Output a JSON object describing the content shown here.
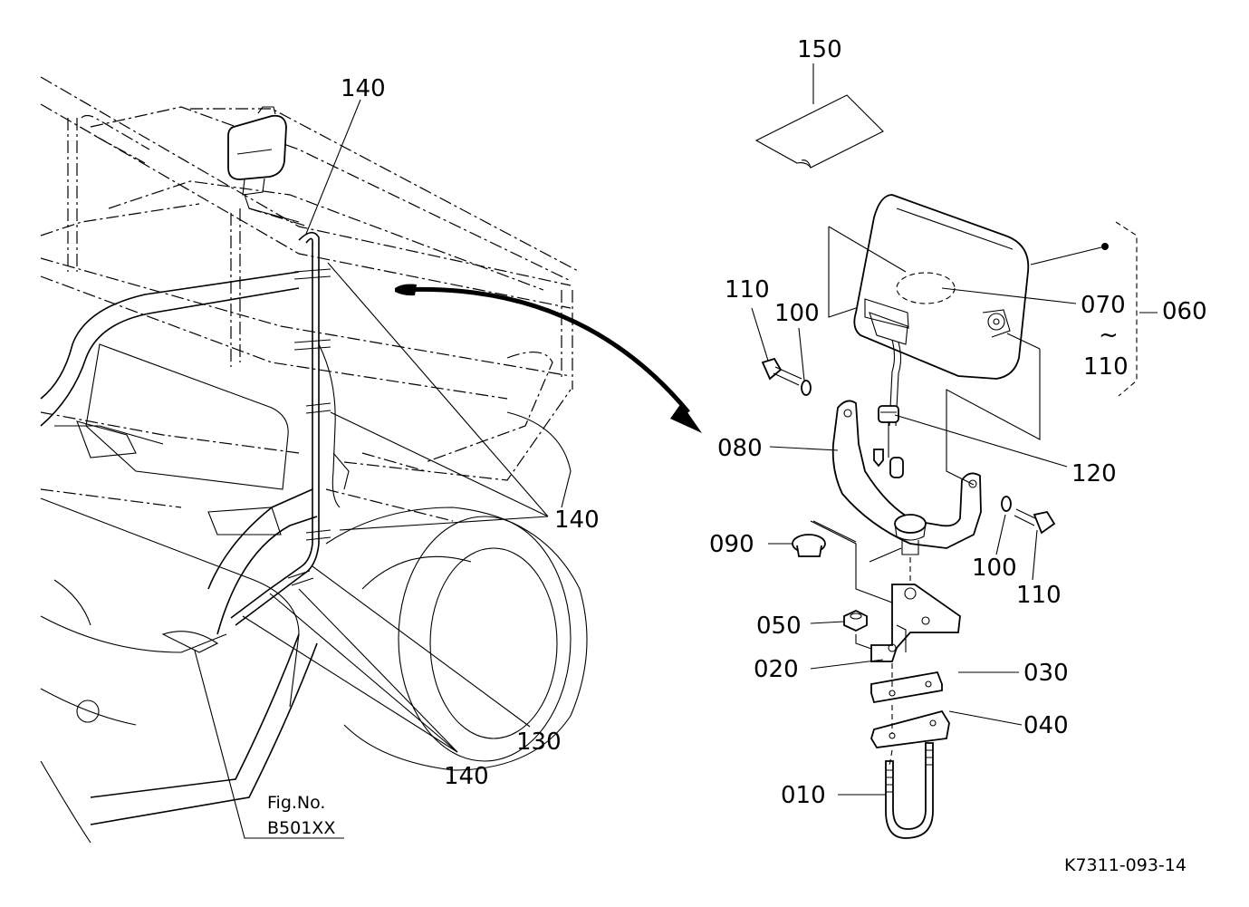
{
  "callouts": {
    "c150": "150",
    "c140_top": "140",
    "c110_left": "110",
    "c100_left": "100",
    "c070": "070",
    "c060": "060",
    "c_tilde": "~",
    "c110_range": "110",
    "c080": "080",
    "c120": "120",
    "c140_mid": "140",
    "c090": "090",
    "c100_right": "100",
    "c110_right": "110",
    "c050": "050",
    "c020": "020",
    "c030": "030",
    "c040": "040",
    "c130": "130",
    "c140_bottom": "140",
    "c010": "010"
  },
  "figure_ref": {
    "line1": "Fig.No.",
    "line2": "B501XX"
  },
  "drawing_number": "K7311-093-14"
}
